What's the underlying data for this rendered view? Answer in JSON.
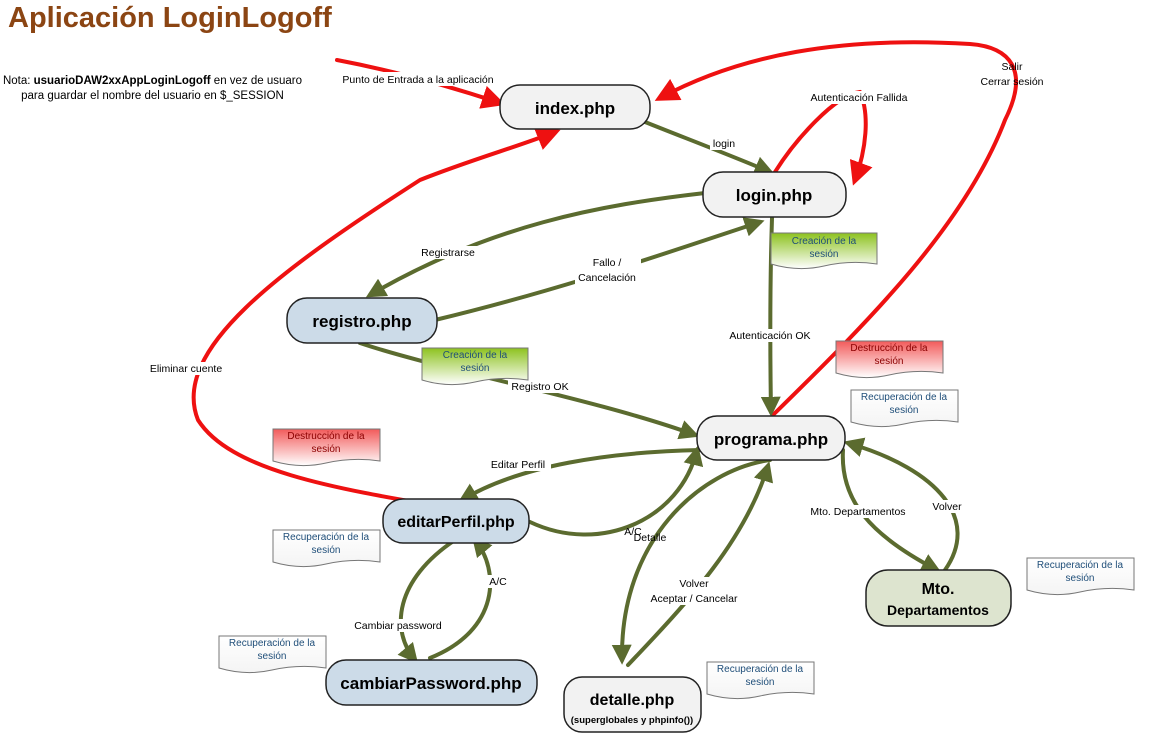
{
  "title": "Aplicación LoginLogoff",
  "note": {
    "prefix": "Nota: ",
    "bold": "usuarioDAW2xxAppLoginLogoff",
    "suffix": " en vez de usuaro para guardar el nombre del usuario en $_SESSION"
  },
  "nodes": {
    "index": "index.php",
    "login": "login.php",
    "registro": "registro.php",
    "programa": "programa.php",
    "editar": "editarPerfil.php",
    "cambiar": "cambiarPassword.php",
    "detalle": "detalle.php",
    "detalle_sub": "(superglobales y phpinfo())",
    "mto_1": "Mto.",
    "mto_2": "Departamentos"
  },
  "labels": {
    "entrada": "Punto de Entrada a la aplicación",
    "salir_1": "Salir",
    "salir_2": "Cerrar sesión",
    "login": "login",
    "auth_fallida": "Autenticación Fallida",
    "registrarse": "Registrarse",
    "fallo_1": "Fallo /",
    "fallo_2": "Cancelación",
    "auth_ok": "Autenticación OK",
    "eliminar": "Eliminar cuente",
    "registro_ok": "Registro OK",
    "editar_perfil": "Editar Perfil",
    "ac_1": "A/C",
    "detalle": "Detalle",
    "ac_2": "A/C",
    "cambiar_password": "Cambiar password",
    "volver_1": "Volver",
    "aceptar_cancelar": "Aceptar / Cancelar",
    "mto_dep": "Mto. Departamentos",
    "volver_2": "Volver"
  },
  "docs": {
    "creacion_1": [
      "Creación de la",
      "sesión"
    ],
    "creacion_2": [
      "Creación de la",
      "sesión"
    ],
    "destruccion_1": [
      "Destrucción de la",
      "sesión"
    ],
    "destruccion_2": [
      "Destrucción de la",
      "sesión"
    ],
    "recuperacion": [
      "Recuperación de la",
      "sesión"
    ]
  },
  "colors": {
    "red": "#ee1111",
    "olive": "#5b6b2f",
    "node_white": "#f2f2f2",
    "node_blue": "#ccdbe8",
    "node_green": "#dde4cf",
    "title": "#8b4513"
  }
}
